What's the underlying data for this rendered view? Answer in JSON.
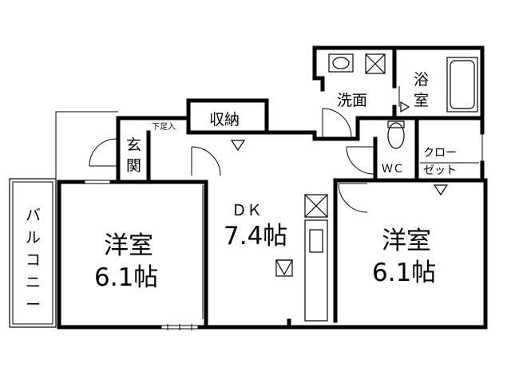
{
  "rooms": {
    "dk": {
      "name": "ＤＫ",
      "size": "7.4帖"
    },
    "west_room": {
      "name": "洋室",
      "size": "6.1帖"
    },
    "east_room": {
      "name": "洋室",
      "size": "6.1帖"
    }
  },
  "labels": {
    "storage": "収納",
    "entrance_line1": "玄",
    "entrance_line2": "関",
    "shoe_rack": "下足入",
    "washroom": "洗面",
    "bath_line1": "浴",
    "bath_line2": "室",
    "toilet": "ＷＣ",
    "closet_line1": "クロー",
    "closet_line2": "ゼット",
    "balcony": [
      "バ",
      "ル",
      "コ",
      "ニ",
      "ー"
    ]
  }
}
